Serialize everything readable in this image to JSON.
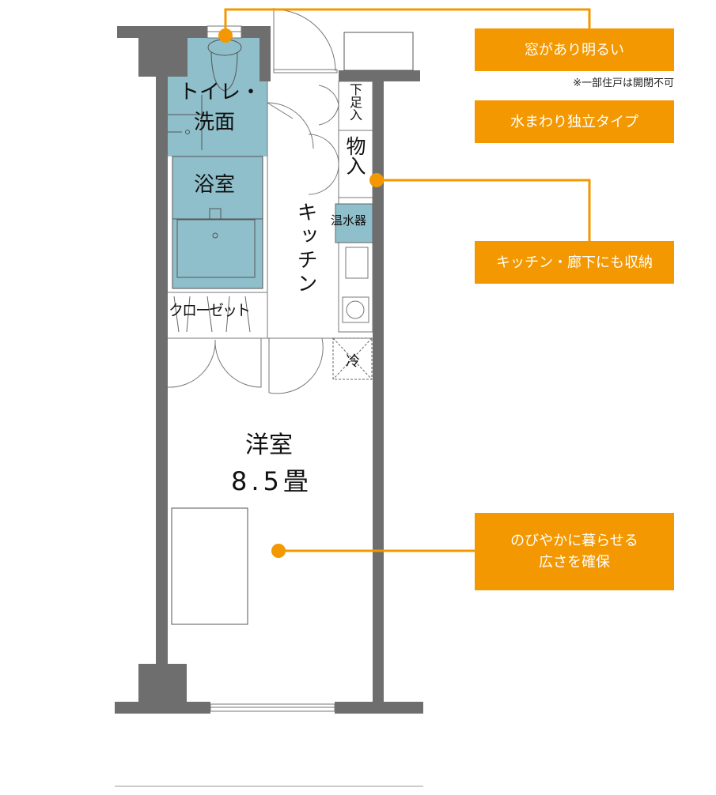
{
  "rooms": {
    "toilet_line1": "トイレ・",
    "toilet_line2": "洗面",
    "bath": "浴室",
    "kitchen": "キッチン",
    "closet": "クローゼット",
    "shoe_storage": "下足入",
    "storage": "物入",
    "water_heater": "温水器",
    "fridge": "冷",
    "western_room": "洋室",
    "western_room_size": "8.5畳"
  },
  "callouts": [
    {
      "text": "窓があり明るい"
    },
    {
      "text": "水まわり独立タイプ"
    },
    {
      "text": "キッチン・廊下にも収納"
    },
    {
      "text_line1": "のびやかに暮らせる",
      "text_line2": "広さを確保"
    }
  ],
  "note": "※一部住戸は開閉不可",
  "colors": {
    "accent": "#f39800",
    "wall": "#6e6e6e",
    "wet_area": "#8fbfca"
  }
}
